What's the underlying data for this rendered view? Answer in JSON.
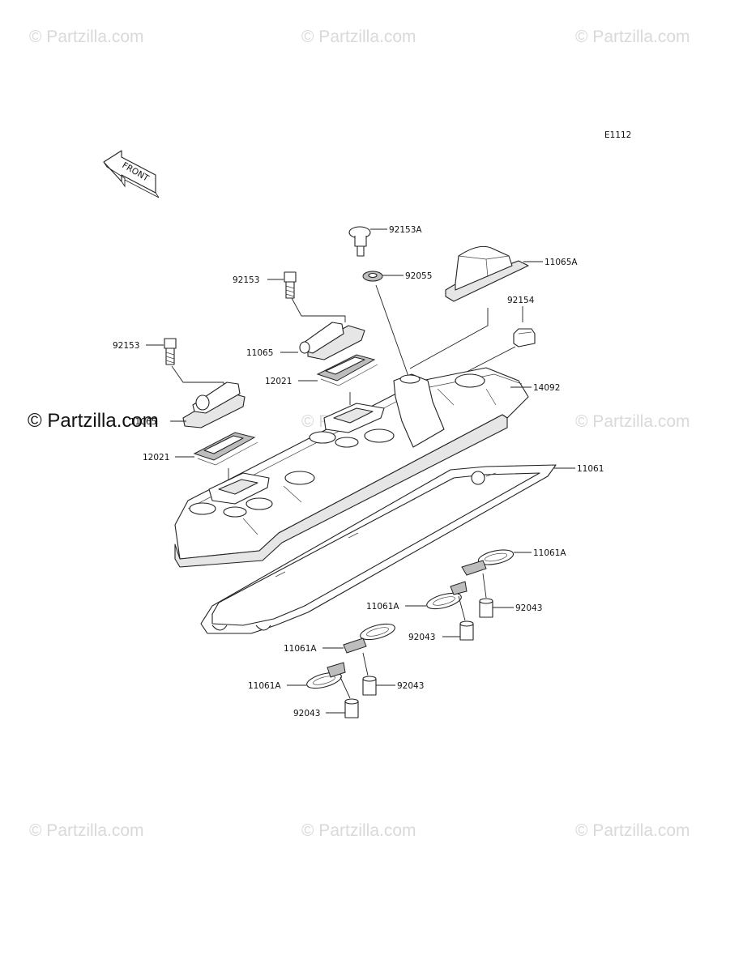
{
  "diagram_code": "E1112",
  "front_label": "FRONT",
  "watermarks": [
    "© Partzilla.com",
    "© Partzilla.com",
    "© Partzilla.com",
    "© Partzilla.com",
    "© Partzilla.com",
    "© Partzilla.com",
    "© Partzilla.com",
    "© Partzilla.com",
    "© Partzilla.com"
  ],
  "callouts": {
    "p92153A": "92153A",
    "p92055": "92055",
    "p11065A": "11065A",
    "p92153_upper": "92153",
    "p92154": "92154",
    "p92153_lower": "92153",
    "p11065_upper": "11065",
    "p12021_upper": "12021",
    "p14092": "14092",
    "p11065_lower": "11065",
    "p12021_lower": "12021",
    "p11061": "11061",
    "p11061A_1": "11061A",
    "p11061A_2": "11061A",
    "p92043_1": "92043",
    "p92043_2": "92043",
    "p11061A_3": "11061A",
    "p11061A_4": "11061A",
    "p92043_3": "92043",
    "p92043_4": "92043"
  },
  "colors": {
    "line": "#222222",
    "watermark": "#d9d9d9",
    "shade": "#e6e6e6"
  }
}
